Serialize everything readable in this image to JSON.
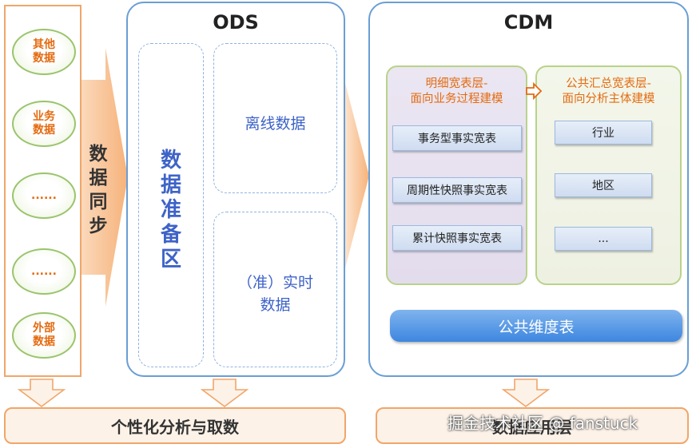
{
  "sources": {
    "items": [
      "其他\n数据",
      "业务\n数据",
      "......",
      "......",
      "外部\n数据"
    ]
  },
  "sync": {
    "label": "数据同步"
  },
  "ods": {
    "title": "ODS",
    "prep_area": "数据准备区",
    "offline": "离线数据",
    "realtime": "（准）实时\n数据"
  },
  "cdm": {
    "title": "CDM",
    "detail_layer": {
      "title": "明细宽表层-\n面向业务过程建模",
      "items": [
        "事务型事实宽表",
        "周期性快照事实宽表",
        "累计快照事实宽表"
      ]
    },
    "summary_layer": {
      "title": "公共汇总宽表层-\n面向分析主体建模",
      "items": [
        "行业",
        "地区",
        "..."
      ]
    },
    "dimension_table": "公共维度表"
  },
  "bottom": {
    "left": "个性化分析与取数",
    "right": "数据应用层"
  },
  "watermark": "掘金技术社区 @ fanstuck",
  "colors": {
    "orange": "#f0a66a",
    "blue_border": "#6a9ed4",
    "text_blue": "#3e63c8",
    "accent_orange": "#e46b10"
  }
}
